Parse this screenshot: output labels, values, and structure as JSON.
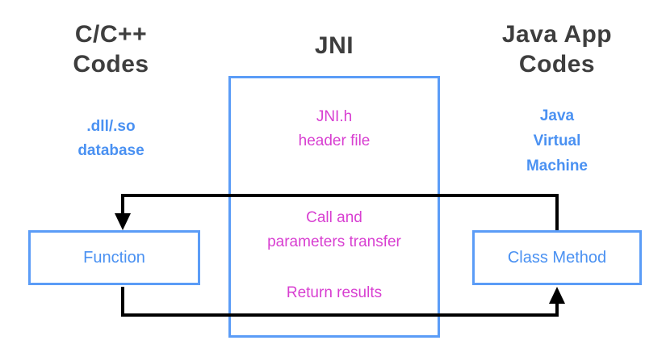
{
  "diagram": {
    "left": {
      "title": "C/C++\nCodes",
      "subtitle": ".dll/.so\ndatabase",
      "box_label": "Function"
    },
    "center": {
      "title": "JNI",
      "header_file": "JNI.h\nheader file",
      "call_label": "Call and\nparameters transfer",
      "return_label": "Return results"
    },
    "right": {
      "title": "Java App\nCodes",
      "subtitle": "Java\nVirtual\nMachine",
      "box_label": "Class Method"
    },
    "colors": {
      "blue_text": "#4a91f2",
      "blue_border": "#5b9cf7",
      "magenta": "#d83fd1",
      "heading": "#3e3e3e",
      "arrow": "#000000"
    }
  }
}
